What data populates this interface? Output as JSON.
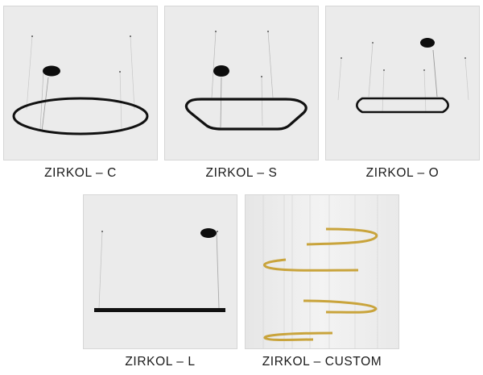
{
  "products": [
    {
      "id": "c",
      "label": "ZIRKOL – C",
      "shape": "circle-ring",
      "finish": "black"
    },
    {
      "id": "s",
      "label": "ZIRKOL – S",
      "shape": "rounded-square-ring",
      "finish": "black"
    },
    {
      "id": "o",
      "label": "ZIRKOL – O",
      "shape": "oval-ring",
      "finish": "black"
    },
    {
      "id": "l",
      "label": "ZIRKOL – L",
      "shape": "linear-bar",
      "finish": "black"
    },
    {
      "id": "custom",
      "label": "ZIRKOL – CUSTOM",
      "shape": "spiral-arcs",
      "finish": "gold"
    }
  ],
  "colors": {
    "panel_bg": "#ebebeb",
    "fixture_black": "#111111",
    "fixture_gold": "#c9a43c",
    "caption": "#1a1a1a"
  }
}
